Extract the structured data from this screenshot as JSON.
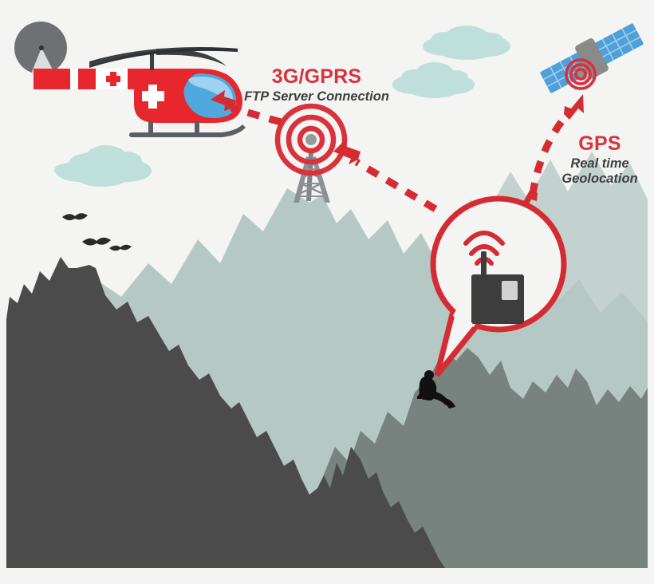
{
  "diagram": {
    "title_alt": "Mountain rescue communication diagram",
    "background_color": "#f4f4f3"
  },
  "labels": {
    "uplink": {
      "title": "3G/GPRS",
      "subtitle": "FTP Server Connection"
    },
    "gps": {
      "title": "GPS",
      "subtitle_line1": "Real time",
      "subtitle_line2": "Geolocation"
    }
  },
  "colors": {
    "accent_red": "#d8323c",
    "arrow_red": "#d52b33",
    "text_dark": "#3b3f3f",
    "mountain_front": "#4b4b4b",
    "mountain_right": "#78827e",
    "mountain_mid": "#b6c8c4",
    "mountain_back": "#c3d2ce",
    "cloud": "#bfe0da",
    "tower_gray": "#8c9196",
    "device_dark": "#3d3d3d",
    "device_screen": "#d2d2d2",
    "satellite_panel": "#4f9fd8",
    "satellite_body": "#8a8a8a",
    "heli_red": "#e8262d",
    "heli_window": "#4fa9dd",
    "heli_rotor": "#3b3f3f",
    "heli_white": "#ffffff",
    "background": "#f4f4f3"
  },
  "elements": {
    "helicopter": "rescue-helicopter",
    "radio_tower": "cell-tower",
    "satellite": "gps-satellite",
    "speech_bubble": "radio-device-bubble",
    "handheld_radio": "handheld-radio",
    "victim": "injured-climber",
    "birds_count": 3,
    "clouds_count": 3
  },
  "connections": {
    "tower_to_helicopter": "3G/GPRS uplink arrow",
    "radio_to_tower": "radio transmission arrow",
    "satellite_to_radio": "GPS two-way arrow",
    "bubble_to_victim": "speech bubble pointer"
  }
}
